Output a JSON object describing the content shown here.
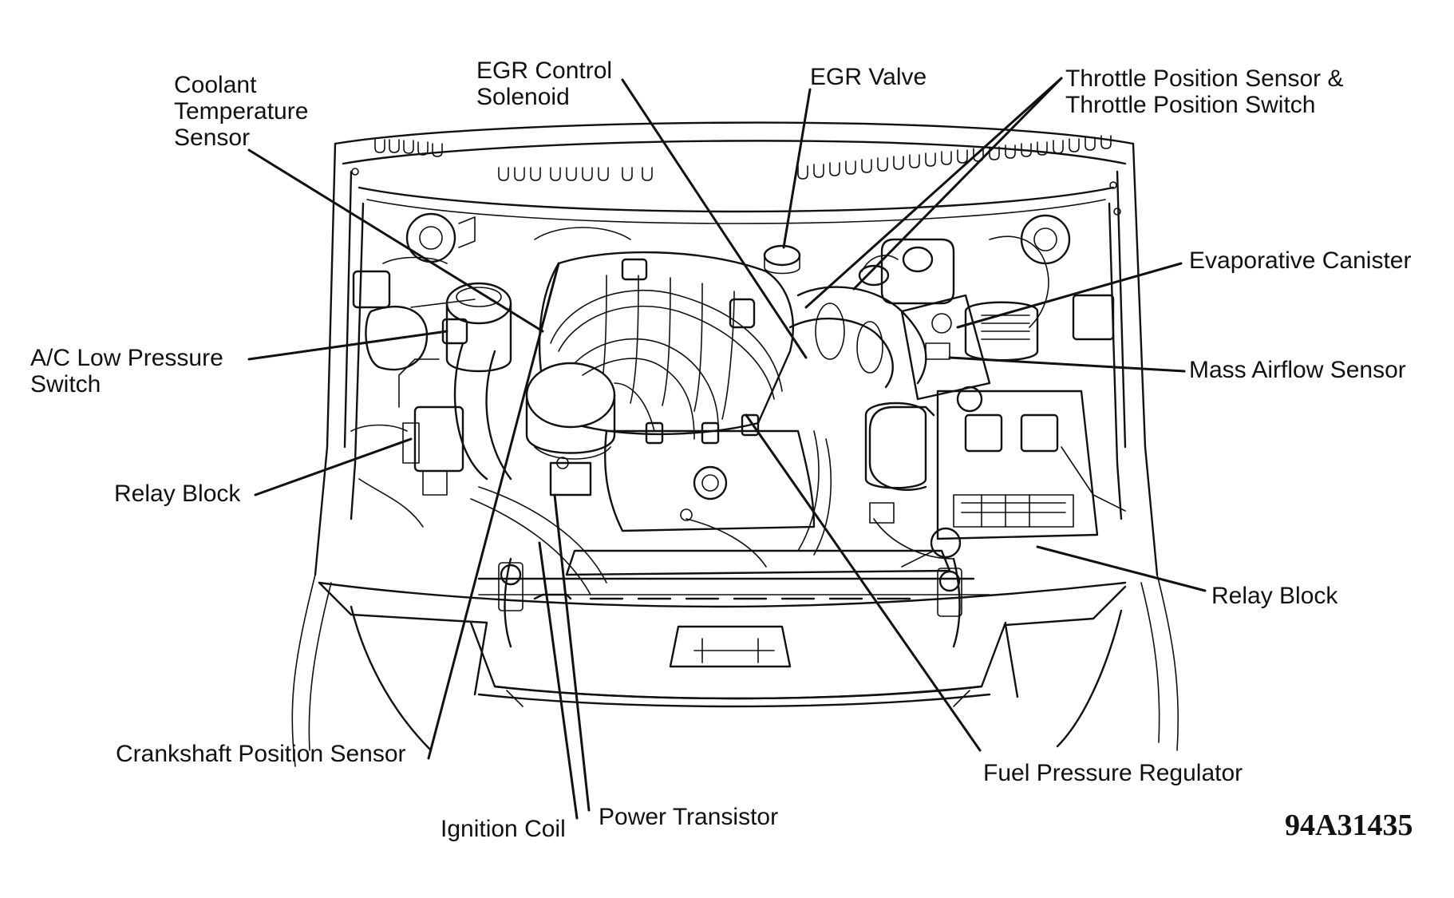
{
  "labels": {
    "coolant_temperature_sensor": [
      "Coolant",
      "Temperature",
      "Sensor"
    ],
    "egr_control_solenoid": [
      "EGR Control",
      "Solenoid"
    ],
    "egr_valve": "EGR Valve",
    "throttle_position_sensor": [
      "Throttle Position Sensor &",
      "Throttle Position Switch"
    ],
    "evaporative_canister": "Evaporative Canister",
    "mass_airflow_sensor": "Mass Airflow Sensor",
    "ac_low_pressure_switch": [
      "A/C Low Pressure",
      "Switch"
    ],
    "relay_block_left": "Relay Block",
    "relay_block_right": "Relay Block",
    "crankshaft_position_sensor": "Crankshaft Position Sensor",
    "fuel_pressure_regulator": "Fuel Pressure Regulator",
    "ignition_coil": "Ignition Coil",
    "power_transistor": "Power Transistor"
  },
  "figure_code": "94A31435"
}
